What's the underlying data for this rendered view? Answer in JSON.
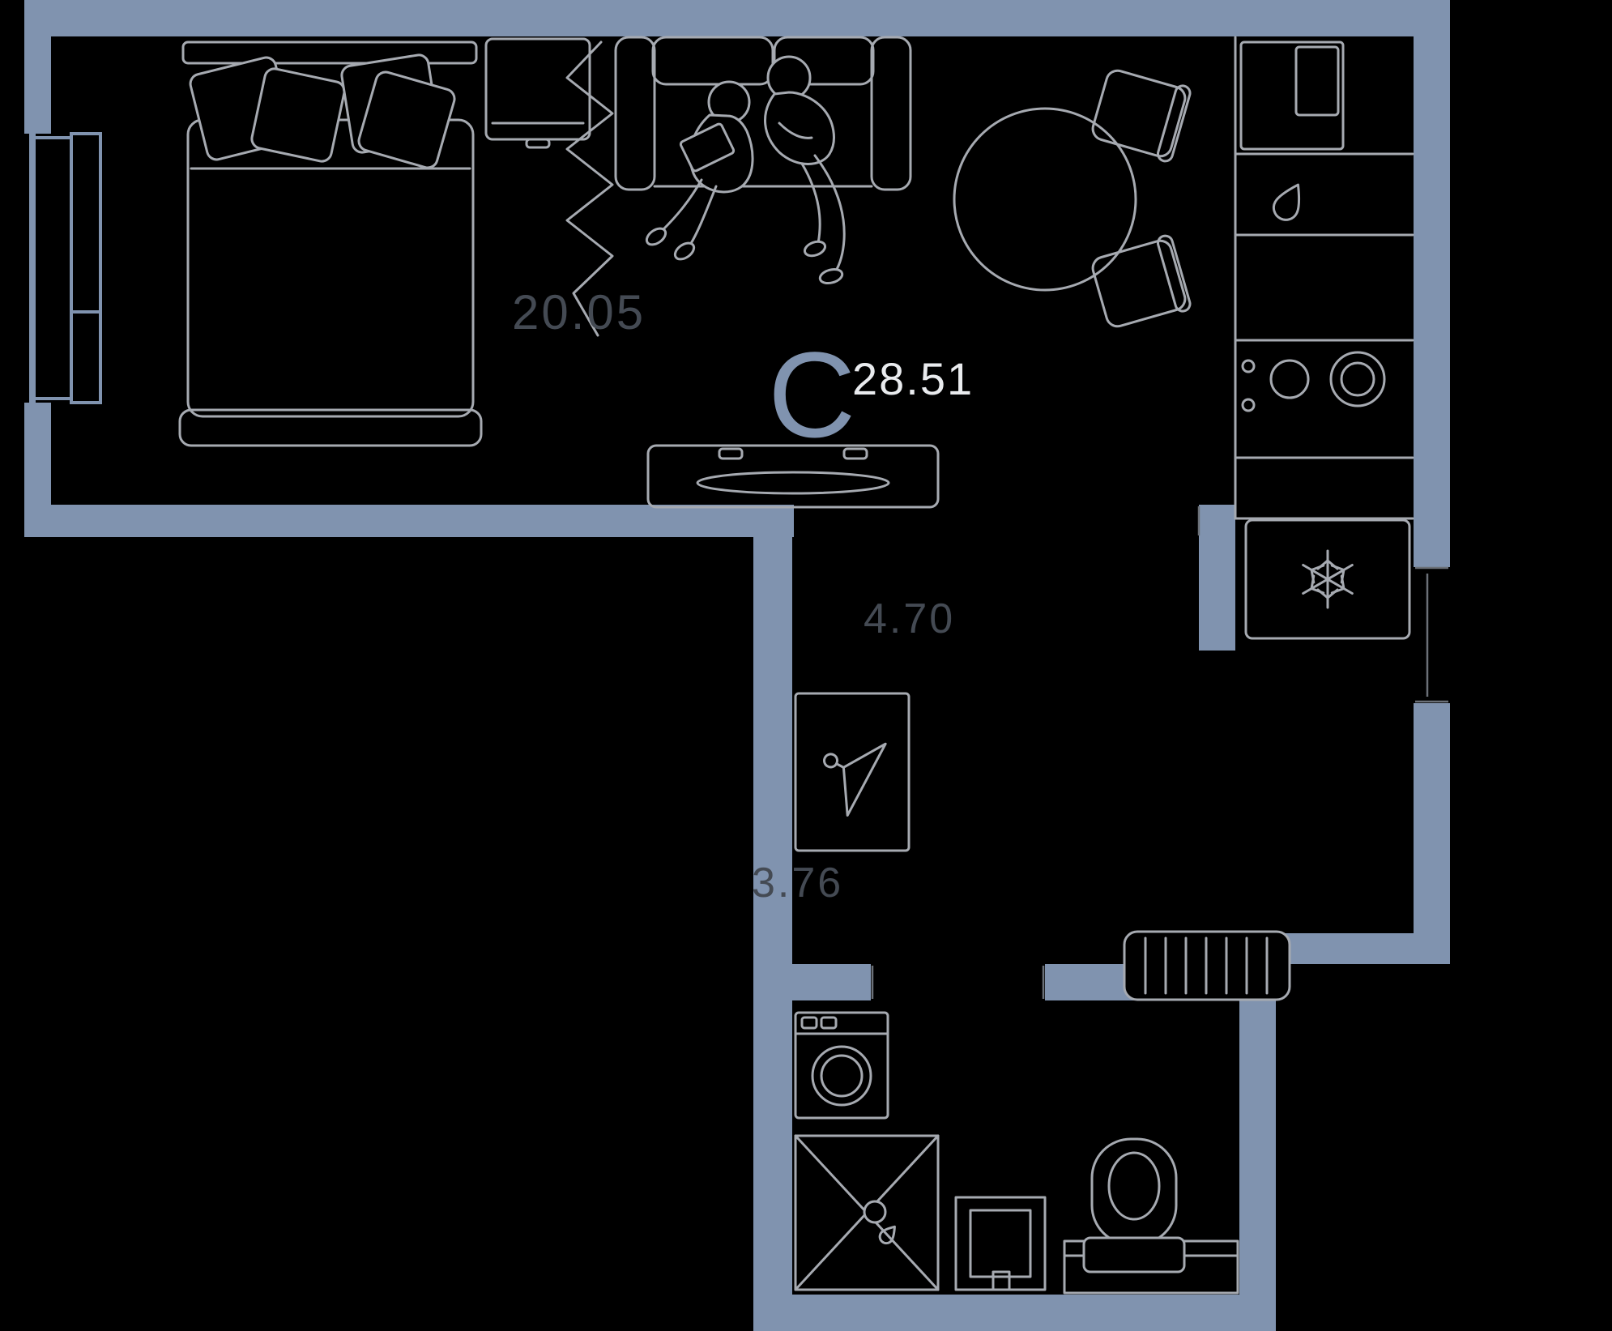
{
  "plan": {
    "section_label": "C",
    "total_area": "28.51",
    "living_area": "20.05",
    "hallway_area": "4.70",
    "bathroom_area": "3.76"
  },
  "colors": {
    "background": "#000000",
    "wall": "#8093af",
    "furniture": "#a6aab1",
    "cap": "#6b7077",
    "area-text": "#444a53",
    "total-text": "#e9ebee"
  },
  "icons": {
    "fridge": "snowflake-icon",
    "wardrobe": "hanger-icon",
    "kitchen_sink": "water-drop-icon",
    "shower": "shower-drain-icon"
  }
}
